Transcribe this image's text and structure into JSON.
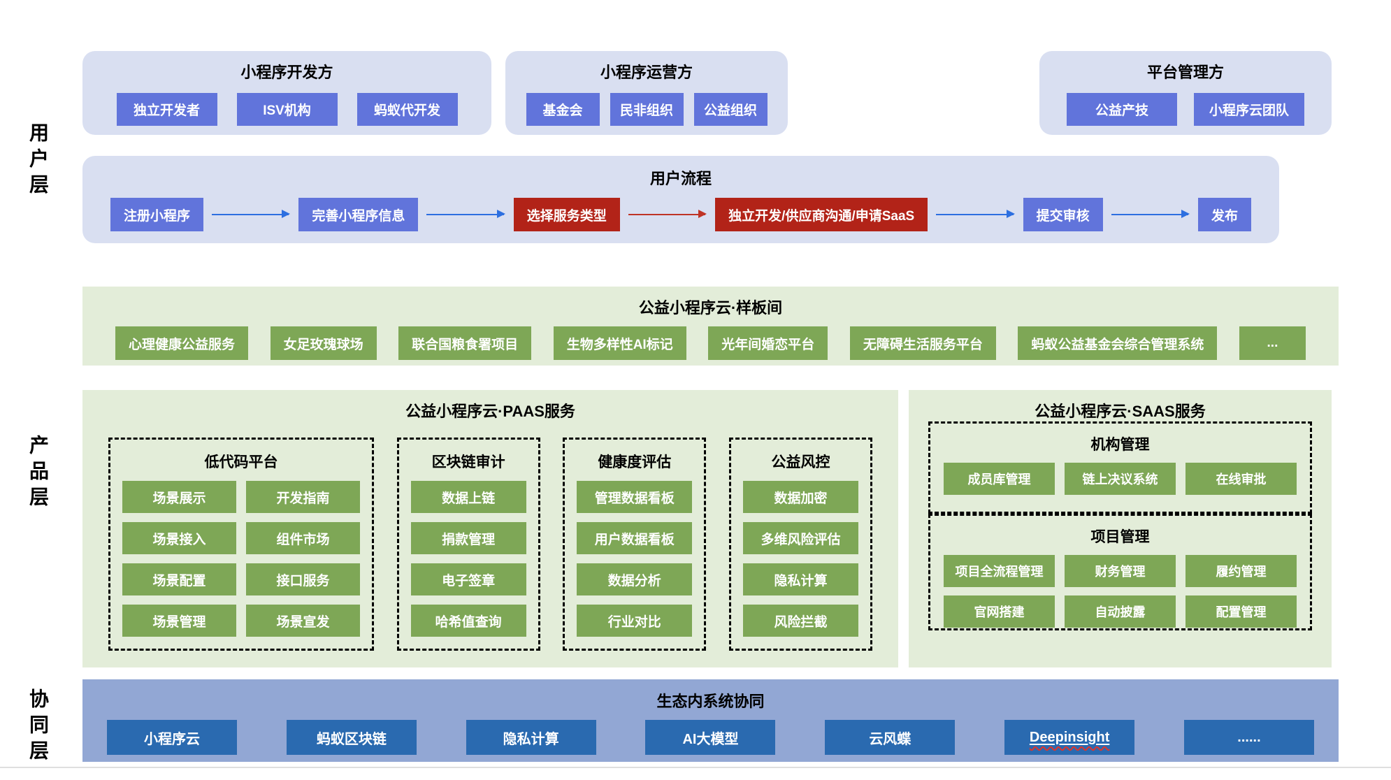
{
  "layers": {
    "user": "用户层",
    "product": "产品层",
    "collab": "协同层"
  },
  "stakeholders": [
    {
      "title": "小程序开发方",
      "items": [
        "独立开发者",
        "ISV机构",
        "蚂蚁代开发"
      ]
    },
    {
      "title": "小程序运营方",
      "items": [
        "基金会",
        "民非组织",
        "公益组织"
      ]
    },
    {
      "title": "平台管理方",
      "items": [
        "公益产技",
        "小程序云团队"
      ]
    }
  ],
  "flow": {
    "title": "用户流程",
    "steps": [
      {
        "label": "注册小程序",
        "variant": "blue",
        "arrow": "blue"
      },
      {
        "label": "完善小程序信息",
        "variant": "blue",
        "arrow": "blue"
      },
      {
        "label": "选择服务类型",
        "variant": "red",
        "arrow": "red"
      },
      {
        "label": "独立开发/供应商沟通/申请SaaS",
        "variant": "red",
        "arrow": "blue"
      },
      {
        "label": "提交审核",
        "variant": "blue",
        "arrow": "blue"
      },
      {
        "label": "发布",
        "variant": "blue"
      }
    ]
  },
  "showroom": {
    "title": "公益小程序云·样板间",
    "items": [
      "心理健康公益服务",
      "女足玫瑰球场",
      "联合国粮食署项目",
      "生物多样性AI标记",
      "光年间婚恋平台",
      "无障碍生活服务平台",
      "蚂蚁公益基金会综合管理系统",
      "..."
    ]
  },
  "paas": {
    "title": "公益小程序云·PAAS服务",
    "groups": [
      {
        "title": "低代码平台",
        "items": [
          "场景展示",
          "开发指南",
          "场景接入",
          "组件市场",
          "场景配置",
          "接口服务",
          "场景管理",
          "场景宣发"
        ]
      },
      {
        "title": "区块链审计",
        "items": [
          "数据上链",
          "捐款管理",
          "电子签章",
          "哈希值查询"
        ]
      },
      {
        "title": "健康度评估",
        "items": [
          "管理数据看板",
          "用户数据看板",
          "数据分析",
          "行业对比"
        ]
      },
      {
        "title": "公益风控",
        "items": [
          "数据加密",
          "多维风险评估",
          "隐私计算",
          "风险拦截"
        ]
      }
    ]
  },
  "saas": {
    "title": "公益小程序云·SAAS服务",
    "groups": [
      {
        "title": "机构管理",
        "items": [
          "成员库管理",
          "链上决议系统",
          "在线审批"
        ]
      },
      {
        "title": "项目管理",
        "items": [
          "项目全流程管理",
          "财务管理",
          "履约管理",
          "官网搭建",
          "自动披露",
          "配置管理"
        ]
      }
    ]
  },
  "eco": {
    "title": "生态内系统协同",
    "items": [
      {
        "label": "小程序云"
      },
      {
        "label": "蚂蚁区块链"
      },
      {
        "label": "隐私计算"
      },
      {
        "label": "AI大模型"
      },
      {
        "label": "云风蝶"
      },
      {
        "label": "Deepinsight",
        "underline": true
      },
      {
        "label": "......"
      }
    ]
  },
  "colors": {
    "lavender": "#d9dff1",
    "blue": "#6174db",
    "red": "#b22318",
    "greenbg": "#e3edd9",
    "green": "#7ea756",
    "bar": "#92a7d4",
    "dblue": "#2a6ab0",
    "arrowblue": "#2d6fe0",
    "arrowred": "#bf3326"
  }
}
